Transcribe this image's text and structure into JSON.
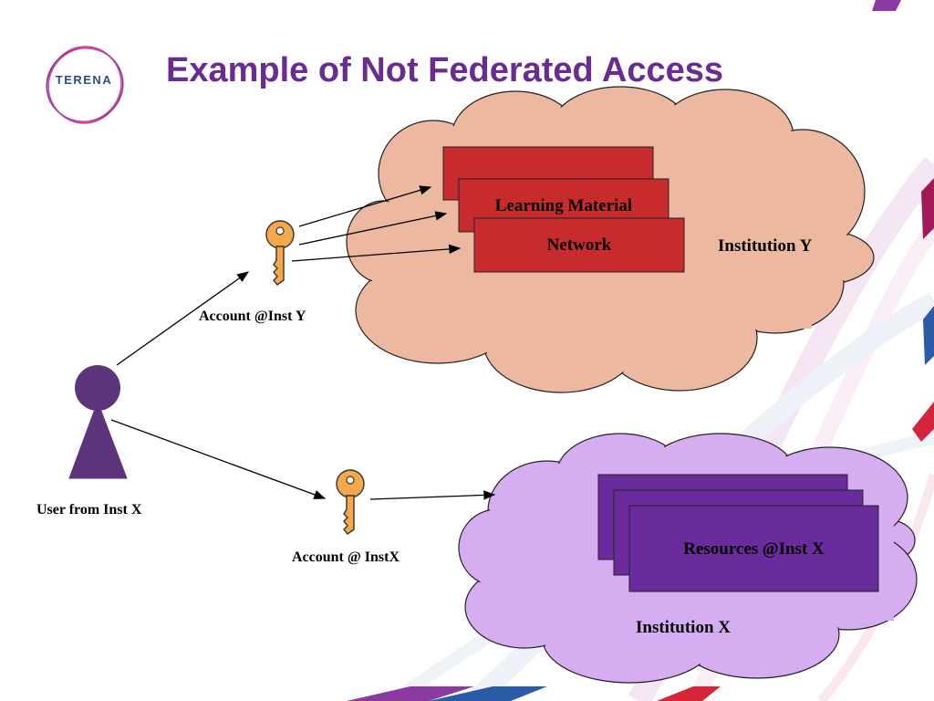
{
  "slide": {
    "title": "Example of Not Federated Access",
    "logo_text": "TERENA"
  },
  "institution_y": {
    "cloud_label": "Institution Y",
    "cloud_color": "#ecb9a0",
    "card_color": "#c72b2d",
    "cards": [
      "",
      "Learning Material",
      "Network"
    ],
    "account_label": "Account @Inst Y"
  },
  "institution_x": {
    "cloud_label": "Institution X",
    "cloud_color": "#d6adf0",
    "card_color": "#6a2c9c",
    "cards": [
      "",
      "",
      "Resources @Inst X"
    ],
    "account_label": "Account @ InstX"
  },
  "user": {
    "label": "User from Inst X",
    "color": "#5c347c",
    "icon": "person-icon"
  },
  "key": {
    "icon": "key-icon",
    "color": "#f5a84a"
  }
}
